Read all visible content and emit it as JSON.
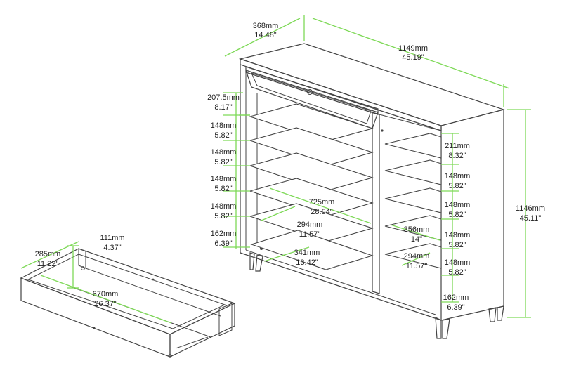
{
  "dimensions": {
    "depth": {
      "metric": "368mm",
      "imperial": "14.48\""
    },
    "width": {
      "metric": "1149mm",
      "imperial": "45.19\""
    },
    "height": {
      "metric": "1146mm",
      "imperial": "45.11\""
    },
    "left_shelves": [
      {
        "metric": "207.5mm",
        "imperial": "8.17\""
      },
      {
        "metric": "148mm",
        "imperial": "5.82\""
      },
      {
        "metric": "148mm",
        "imperial": "5.82\""
      },
      {
        "metric": "148mm",
        "imperial": "5.82\""
      },
      {
        "metric": "148mm",
        "imperial": "5.82\""
      },
      {
        "metric": "162mm",
        "imperial": "6.39\""
      }
    ],
    "right_shelves": [
      {
        "metric": "211mm",
        "imperial": "8.32\""
      },
      {
        "metric": "148mm",
        "imperial": "5.82\""
      },
      {
        "metric": "148mm",
        "imperial": "5.82\""
      },
      {
        "metric": "148mm",
        "imperial": "5.82\""
      },
      {
        "metric": "148mm",
        "imperial": "5.82\""
      },
      {
        "metric": "162mm",
        "imperial": "6.39\""
      }
    ],
    "left_shelf_width": {
      "metric": "725mm",
      "imperial": "28.54\""
    },
    "left_shelf_depth": {
      "metric": "294mm",
      "imperial": "11.57\""
    },
    "bottom_shelf_depth": {
      "metric": "341mm",
      "imperial": "13.42\""
    },
    "right_shelf_width": {
      "metric": "356mm",
      "imperial": "14\""
    },
    "right_shelf_depth": {
      "metric": "294mm",
      "imperial": "11.57\""
    },
    "drawer_height": {
      "metric": "111mm",
      "imperial": "4.37\""
    },
    "drawer_depth": {
      "metric": "285mm",
      "imperial": "11.22\""
    },
    "drawer_width": {
      "metric": "670mm",
      "imperial": "26.37\""
    }
  }
}
